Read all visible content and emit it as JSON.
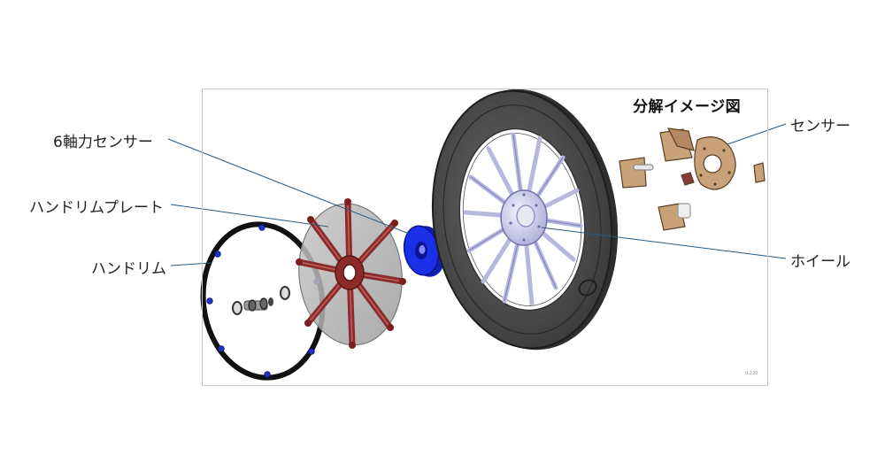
{
  "figure": {
    "title": "分解イメージ図",
    "scale_label": "0.220"
  },
  "labels": {
    "force_sensor": "6軸力センサー",
    "handrim_plate": "ハンドリムプレート",
    "handrim": "ハンドリム",
    "sensor": "センサー",
    "wheel": "ホイール"
  },
  "colors": {
    "sensor_blue": "#1a2fe8",
    "plate_red": "#8b2a2a",
    "tire": "#4a4a4a",
    "spoke": "#b7b8e0",
    "sensor_tan": "#c9a27a",
    "leader": "#2a5a80"
  }
}
